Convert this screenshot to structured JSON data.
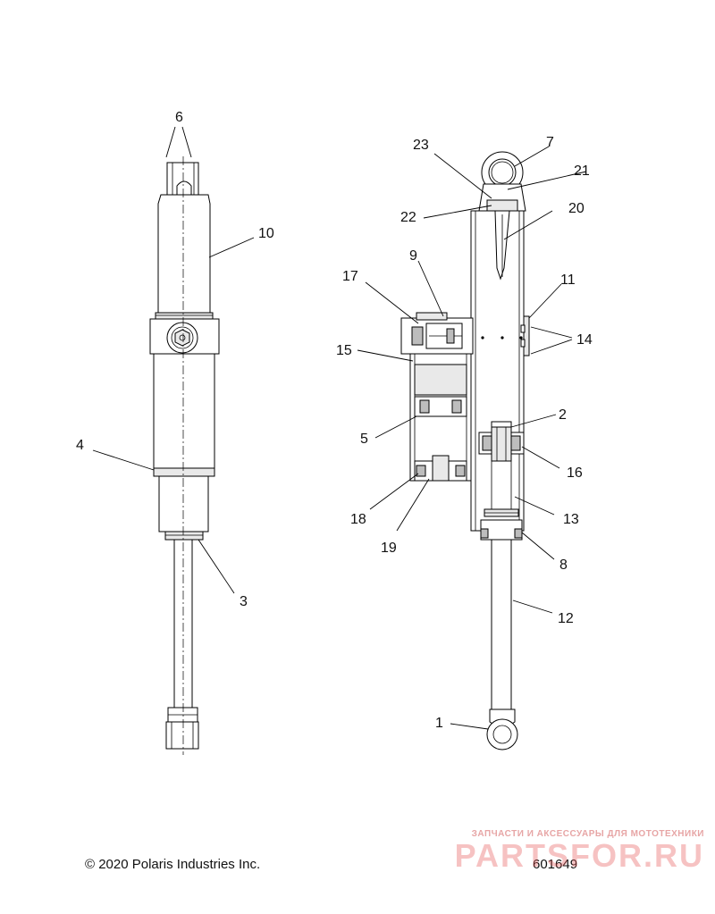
{
  "callouts": [
    {
      "id": "6",
      "label": "6"
    },
    {
      "id": "10",
      "label": "10"
    },
    {
      "id": "4",
      "label": "4"
    },
    {
      "id": "3",
      "label": "3"
    },
    {
      "id": "23",
      "label": "23"
    },
    {
      "id": "7",
      "label": "7"
    },
    {
      "id": "21",
      "label": "21"
    },
    {
      "id": "22",
      "label": "22"
    },
    {
      "id": "20",
      "label": "20"
    },
    {
      "id": "9",
      "label": "9"
    },
    {
      "id": "17",
      "label": "17"
    },
    {
      "id": "11",
      "label": "11"
    },
    {
      "id": "14",
      "label": "14"
    },
    {
      "id": "15",
      "label": "15"
    },
    {
      "id": "2",
      "label": "2"
    },
    {
      "id": "5",
      "label": "5"
    },
    {
      "id": "16",
      "label": "16"
    },
    {
      "id": "18",
      "label": "18"
    },
    {
      "id": "13",
      "label": "13"
    },
    {
      "id": "19",
      "label": "19"
    },
    {
      "id": "8",
      "label": "8"
    },
    {
      "id": "12",
      "label": "12"
    },
    {
      "id": "1",
      "label": "1"
    }
  ],
  "footer": {
    "copyright": "© 2020 Polaris Industries Inc.",
    "drawing_number": "601649"
  },
  "watermark": {
    "tagline": "ЗАПЧАСТИ И АКСЕССУАРЫ ДЛЯ МОТОТЕХНИКИ",
    "brand": "PARTSFOR.RU"
  }
}
